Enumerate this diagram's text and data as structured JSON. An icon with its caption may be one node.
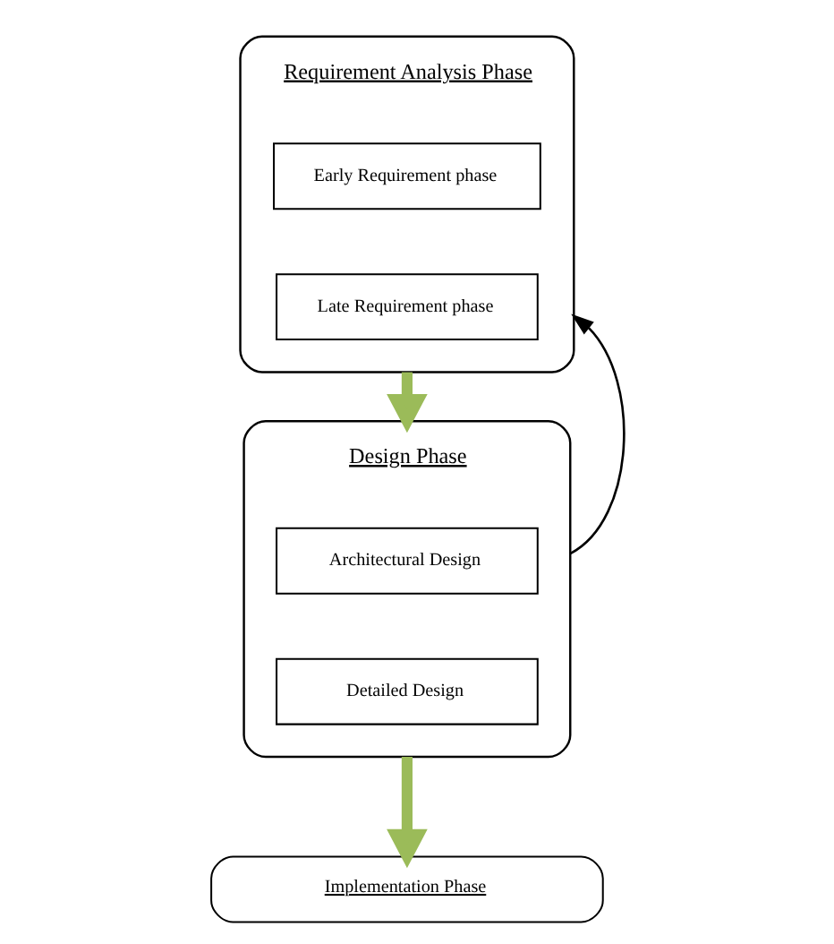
{
  "diagram": {
    "nodes": [
      {
        "text": [
          "Requirement Analysis Phase"
        ]
      },
      {
        "text": [
          "Early Requirement phase"
        ],
        "in": 0
      },
      {
        "text": [
          "Late Requirement phase"
        ],
        "in": 0
      },
      {
        "text": [
          "Design Phase"
        ]
      },
      {
        "text": [
          "Architectural Design"
        ],
        "in": 3
      },
      {
        "text": [
          "Detailed Design"
        ],
        "in": 3
      },
      {
        "text": [
          "Implementation Phase"
        ]
      }
    ],
    "edges": [
      {
        "from": 0,
        "to": 3,
        "arrow": "to"
      },
      {
        "from": 3,
        "to": 6,
        "arrow": "to"
      },
      {
        "from": 3,
        "to": 0,
        "arrow": "to",
        "color": "#000000"
      }
    ]
  }
}
